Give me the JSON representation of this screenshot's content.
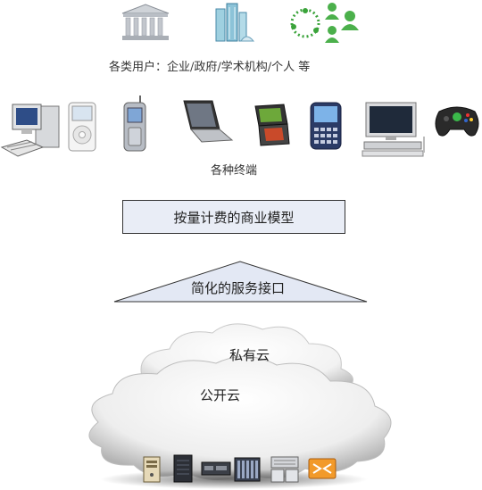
{
  "users_caption": "各类用户：企业/政府/学术机构/个人 等",
  "terminals_caption": "各种终端",
  "billing_box": "按量计费的商业模型",
  "service_interface": "简化的服务接口",
  "private_cloud": "私有云",
  "public_cloud": "公开云",
  "icons": {
    "users": [
      "government-building-icon",
      "office-building-icon",
      "people-network-icon"
    ],
    "terminals": [
      "desktop-pc-icon",
      "ipod-icon",
      "mobile-phone-icon",
      "laptop-icon",
      "handheld-console-icon",
      "blackberry-icon",
      "tv-dvd-icon",
      "gamepad-icon"
    ],
    "servers": [
      "tower-server-icon",
      "rack-server-icon",
      "storage-unit-icon",
      "blade-server-icon",
      "disk-array-icon",
      "network-switch-icon"
    ]
  },
  "colors": {
    "box_fill": "#e9edf6",
    "triangle_fill": "#e3e8f4",
    "cloud_fill": "#eeeeee",
    "green_accent": "#3aa33a"
  }
}
